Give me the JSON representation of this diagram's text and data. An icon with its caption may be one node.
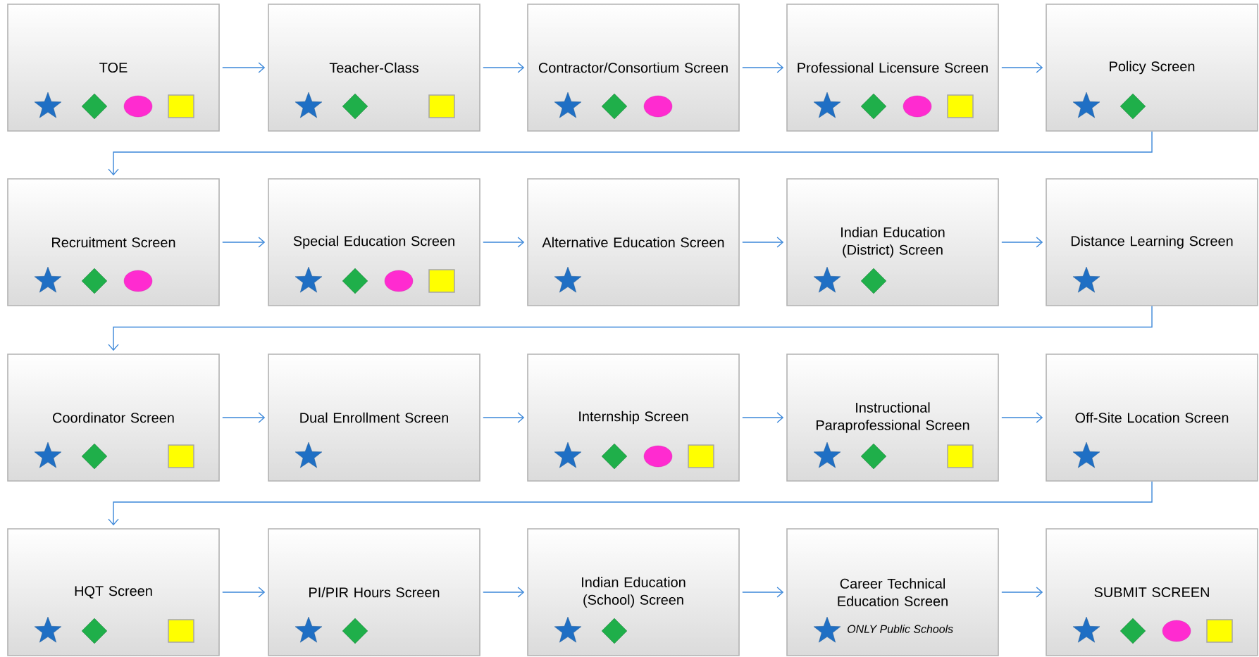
{
  "diagram": {
    "nodes": [
      {
        "text": [
          "TOE"
        ]
      },
      {
        "text": [
          "Teacher-Class"
        ]
      },
      {
        "text": [
          "Contractor/Consortium Screen"
        ]
      },
      {
        "text": [
          "Professional Licensure Screen"
        ]
      },
      {
        "text": [
          "Policy Screen"
        ]
      },
      {
        "text": [
          "Recruitment Screen"
        ]
      },
      {
        "text": [
          "Special Education Screen"
        ]
      },
      {
        "text": [
          "Alternative Education Screen"
        ]
      },
      {
        "text": [
          "Indian Education (District) Screen"
        ]
      },
      {
        "text": [
          "Distance Learning Screen"
        ]
      },
      {
        "text": [
          "Coordinator Screen"
        ]
      },
      {
        "text": [
          "Dual Enrollment Screen"
        ]
      },
      {
        "text": [
          "Internship Screen"
        ]
      },
      {
        "text": [
          "Instructional Paraprofessional Screen"
        ]
      },
      {
        "text": [
          "Off-Site Location Screen"
        ]
      },
      {
        "text": [
          "HQT Screen"
        ]
      },
      {
        "text": [
          "PI/PIR Hours Screen"
        ]
      },
      {
        "text": [
          "Indian Education (School) Screen"
        ]
      },
      {
        "text": [
          "Career Technical Education Screen",
          "ONLY Public Schools"
        ]
      },
      {
        "text": [
          "SUBMIT SCREEN"
        ]
      }
    ],
    "edges": [
      {
        "from": 0,
        "to": 1,
        "arrow": "to"
      },
      {
        "from": 1,
        "to": 2,
        "arrow": "to"
      },
      {
        "from": 2,
        "to": 3,
        "arrow": "to"
      },
      {
        "from": 3,
        "to": 4,
        "arrow": "to"
      },
      {
        "from": 4,
        "to": 5,
        "arrow": "to"
      },
      {
        "from": 5,
        "to": 6,
        "arrow": "to"
      },
      {
        "from": 6,
        "to": 7,
        "arrow": "to"
      },
      {
        "from": 7,
        "to": 8,
        "arrow": "to"
      },
      {
        "from": 8,
        "to": 9,
        "arrow": "to"
      },
      {
        "from": 9,
        "to": 10,
        "arrow": "to"
      },
      {
        "from": 10,
        "to": 11,
        "arrow": "to"
      },
      {
        "from": 11,
        "to": 12,
        "arrow": "to"
      },
      {
        "from": 12,
        "to": 13,
        "arrow": "to"
      },
      {
        "from": 13,
        "to": 14,
        "arrow": "to"
      },
      {
        "from": 14,
        "to": 15,
        "arrow": "to"
      },
      {
        "from": 15,
        "to": 16,
        "arrow": "to"
      },
      {
        "from": 16,
        "to": 17,
        "arrow": "to"
      },
      {
        "from": 17,
        "to": 18,
        "arrow": "to"
      },
      {
        "from": 18,
        "to": 19,
        "arrow": "to"
      }
    ]
  }
}
